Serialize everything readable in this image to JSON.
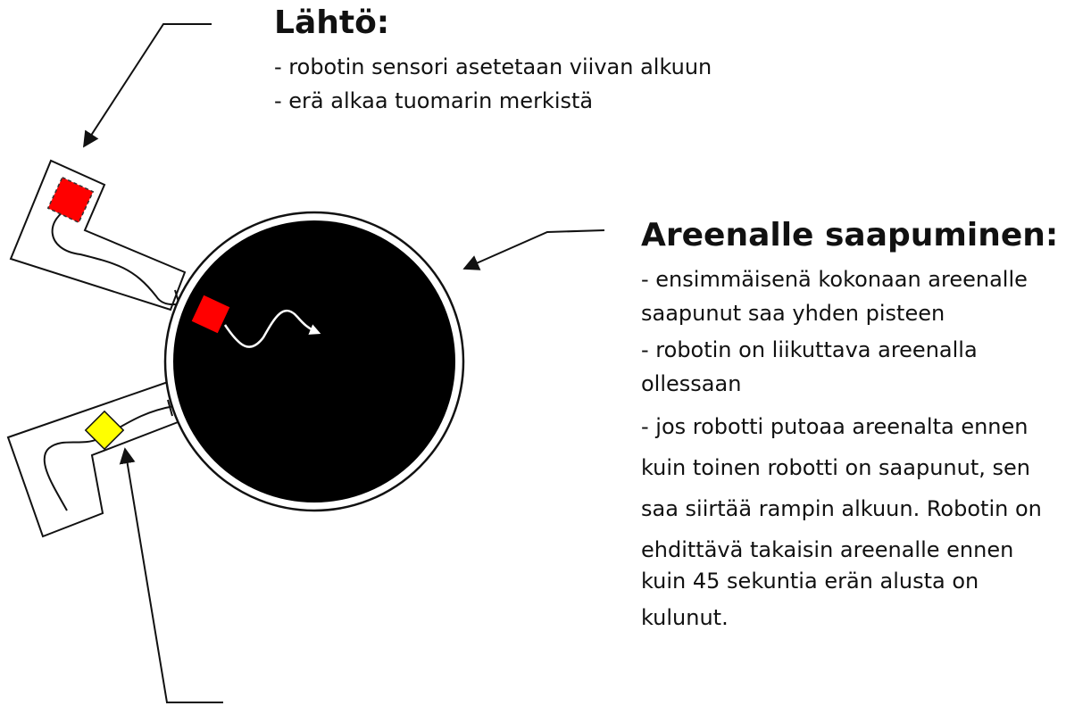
{
  "start": {
    "heading": "Lähtö:",
    "lines": [
      "- robotin sensori asetetaan viivan alkuun",
      "- erä alkaa tuomarin merkistä"
    ]
  },
  "arrival": {
    "heading": "Areenalle saapuminen:",
    "lines": [
      "- ensimmäisenä kokonaan areenalle",
      "saapunut saa yhden pisteen",
      "- robotin on liikuttava areenalla",
      "ollessaan",
      "- jos robotti putoaa areenalta ennen",
      "kuin toinen robotti on saapunut, sen",
      "saa siirtää rampin alkuun. Robotin on",
      "ehdittävä takaisin areenalle ennen",
      "kuin 45 sekuntia erän alusta on",
      "kulunut."
    ]
  },
  "colors": {
    "arena": "#000000",
    "robot_red": "#ff0000",
    "robot_yellow": "#ffff00",
    "outline": "#111111"
  },
  "icons": {
    "red_robot": "square",
    "yellow_robot": "square",
    "arena": "circle"
  }
}
